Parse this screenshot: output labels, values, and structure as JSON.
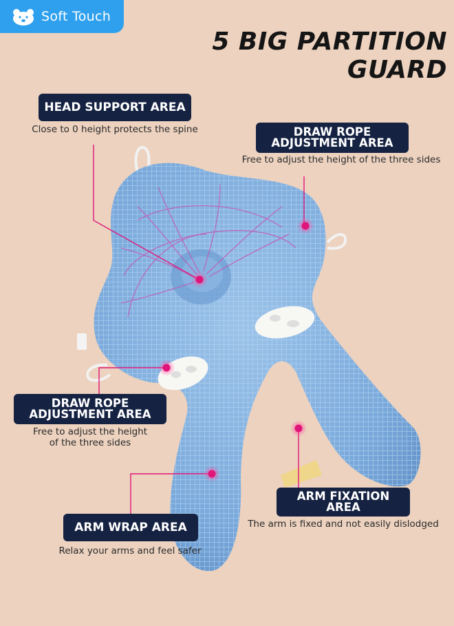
{
  "brand": {
    "name": "Soft Touch",
    "color": "#2fa0ee"
  },
  "headline": "5 BIG PARTITION GUARD",
  "areas": {
    "head_support": {
      "title": "HEAD SUPPORT AREA",
      "desc": "Close to 0 height protects the spine"
    },
    "draw_rope_right": {
      "title_line1": "DRAW ROPE",
      "title_line2": "ADJUSTMENT AREA",
      "desc": "Free to adjust the height of the three sides"
    },
    "draw_rope_left": {
      "title_line1": "DRAW ROPE",
      "title_line2": "ADJUSTMENT AREA",
      "desc_line1": "Free to adjust the height",
      "desc_line2": "of the three sides"
    },
    "arm_fixation": {
      "title_line1": "ARM FIXATION",
      "title_line2": "AREA",
      "desc": "The arm is fixed and not easily dislodged"
    },
    "arm_wrap": {
      "title": "ARM WRAP AREA",
      "desc": "Relax your arms and feel safer"
    }
  },
  "colors": {
    "label_bg": "#152242",
    "marker": "#e0157a",
    "pillow": "#7faedb",
    "background": "#ecd2bf"
  }
}
